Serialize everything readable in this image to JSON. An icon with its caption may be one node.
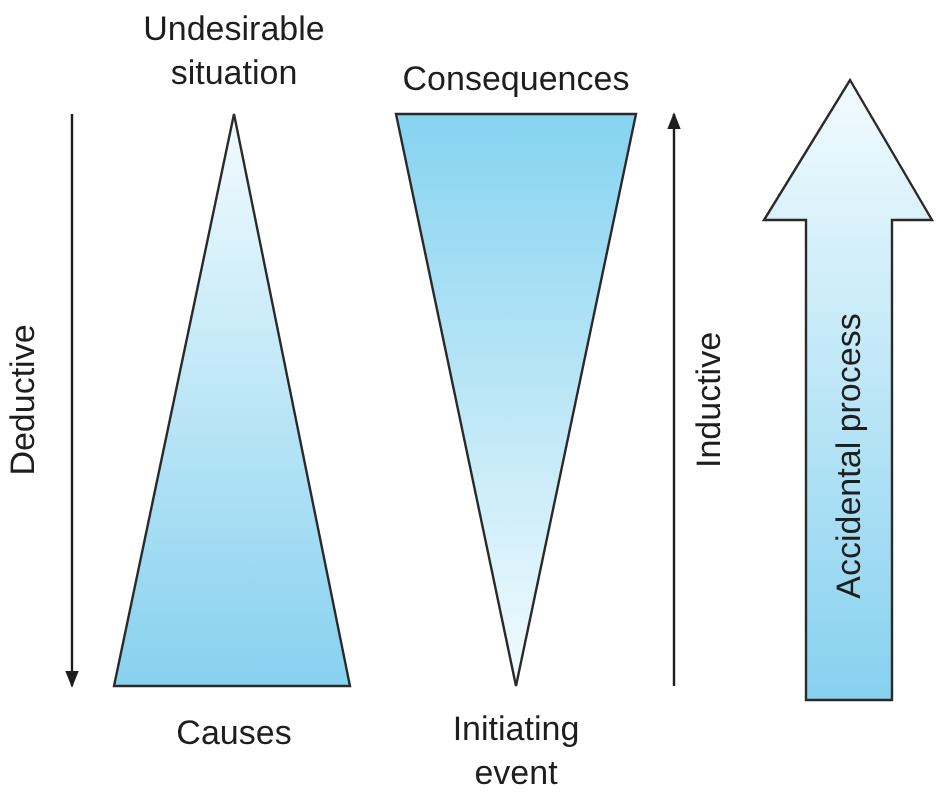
{
  "diagram": {
    "nodes": [
      {
        "text": [
          "Undesirable situation",
          "Causes"
        ]
      },
      {
        "text": [
          "Consequences",
          "Initiating event"
        ]
      },
      {
        "text": [
          "Accidental process"
        ]
      }
    ],
    "labels": [
      "Deductive",
      "Inductive"
    ]
  }
}
